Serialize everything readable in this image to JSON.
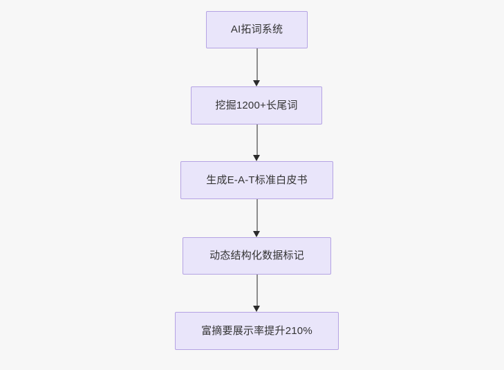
{
  "diagram": {
    "type": "flowchart",
    "direction": "top-to-bottom",
    "background_color": "#f7f7f7",
    "node_fill_color": "#e9e5fa",
    "node_border_color": "#b4a2e3",
    "node_text_color": "#333333",
    "edge_line_color": "#8c8c8c",
    "edge_arrow_color": "#2b2b2b",
    "nodes": [
      {
        "id": "node-0",
        "label": "AI拓词系统"
      },
      {
        "id": "node-1",
        "label": "挖掘1200+长尾词"
      },
      {
        "id": "node-2",
        "label": "生成E-A-T标准白皮书"
      },
      {
        "id": "node-3",
        "label": "动态结构化数据标记"
      },
      {
        "id": "node-4",
        "label": "富摘要展示率提升210%"
      }
    ],
    "edges": [
      {
        "id": "edge-0",
        "from": "node-0",
        "to": "node-1",
        "label": ""
      },
      {
        "id": "edge-1",
        "from": "node-1",
        "to": "node-2",
        "label": ""
      },
      {
        "id": "edge-2",
        "from": "node-2",
        "to": "node-3",
        "label": ""
      },
      {
        "id": "edge-3",
        "from": "node-3",
        "to": "node-4",
        "label": ""
      }
    ]
  }
}
